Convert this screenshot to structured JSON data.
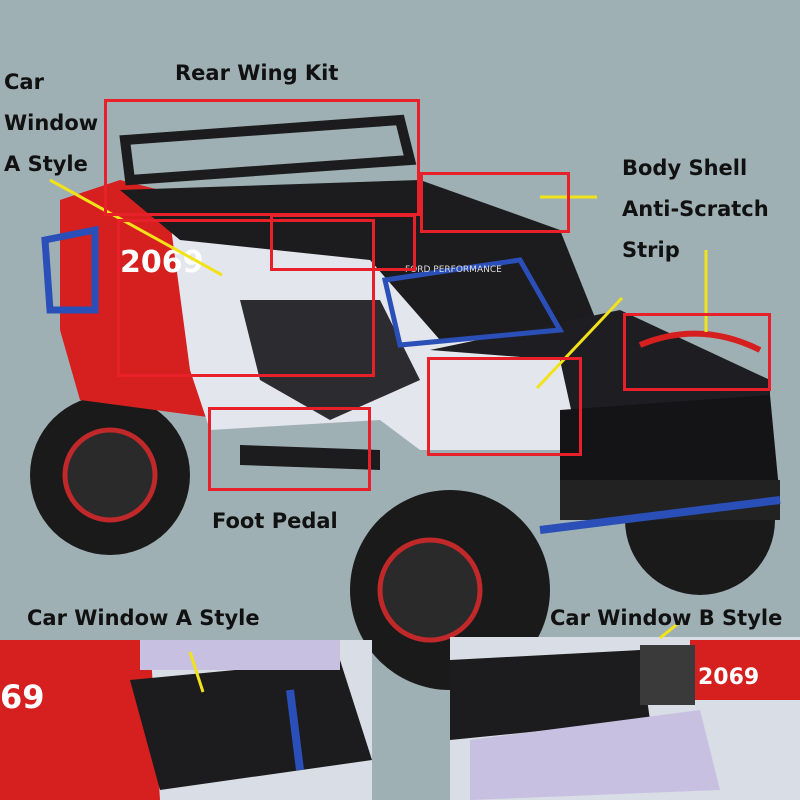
{
  "labels": {
    "rear_wing_kit": "Rear Wing Kit",
    "car_window_a_line1": "Car",
    "car_window_a_line2": "Window",
    "car_window_a_line3": "A Style",
    "body_shell": "Body Shell",
    "anti_scratch": "Anti-Scratch",
    "strip": "Strip",
    "foot_pedal": "Foot Pedal",
    "inset_a_title": "Car Window A Style",
    "inset_b_title": "Car Window B Style"
  },
  "car_decals": {
    "number": "2069",
    "brand": "FORD PERFORMANCE"
  },
  "colors": {
    "highlight_box": "#e8202a",
    "pointer_line": "#f2e21a",
    "body_red": "#d61f1f",
    "body_black": "#1c1c1e",
    "accent_blue": "#2a4fb8",
    "background": "#9fb0b4"
  }
}
